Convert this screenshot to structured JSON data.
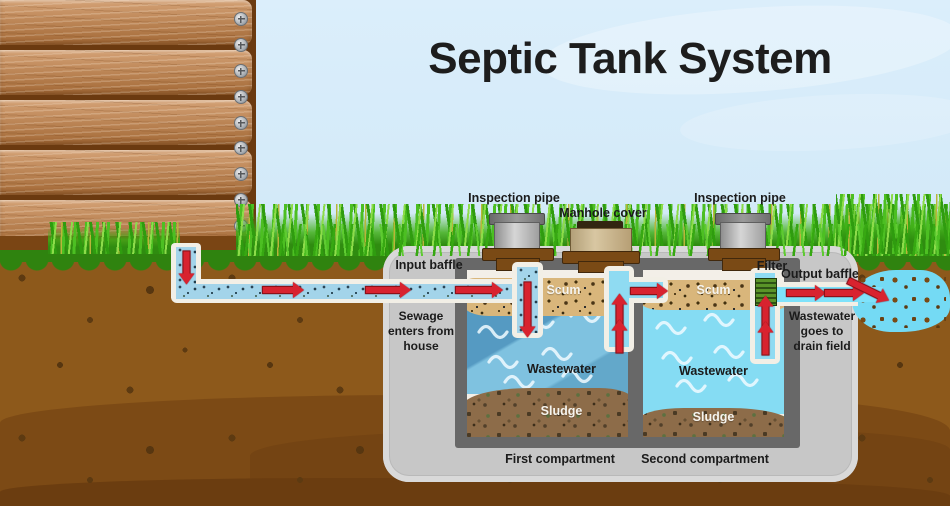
{
  "title": "Septic Tank System",
  "labels": {
    "inspection_pipe_left": "Inspection pipe",
    "manhole_cover": "Manhole cover",
    "inspection_pipe_right": "Inspection pipe",
    "input_baffle": "Input baffle",
    "sewage_source": "Sewage enters from house",
    "scum_first": "Scum",
    "scum_second": "Scum",
    "wastewater_first": "Wastewater",
    "wastewater_second": "Wastewater",
    "sludge_first": "Sludge",
    "sludge_second": "Sludge",
    "filter": "Filter",
    "output_baffle": "Output baffle",
    "drain_destination": "Wastewater goes to drain field",
    "first_compartment": "First compartment",
    "second_compartment": "Second compartment"
  },
  "colors": {
    "sky": "#cfe8f7",
    "wood_plank": "#c08a5b",
    "soil": "#8d591b",
    "soil_dark": "#6b3d10",
    "grass": "#3fae17",
    "topsoil_green": "#2f830f",
    "tank_outer": "#c7c7c7",
    "tank_inner": "#686868",
    "compartment_air": "#f3efe8",
    "scum": "#d9b67b",
    "wastewater_first": "#5b9cc2",
    "wastewater_second": "#85dcf3",
    "sludge": "#8d6c49",
    "pipe_water": "#a3d4ea",
    "pipe_casing": "#f2efe6",
    "filter_green": "#4c8122",
    "flow_arrow": "#d8232f",
    "manhole_tan": "#c9b691",
    "inspection_gray": "#c0c0c0"
  }
}
